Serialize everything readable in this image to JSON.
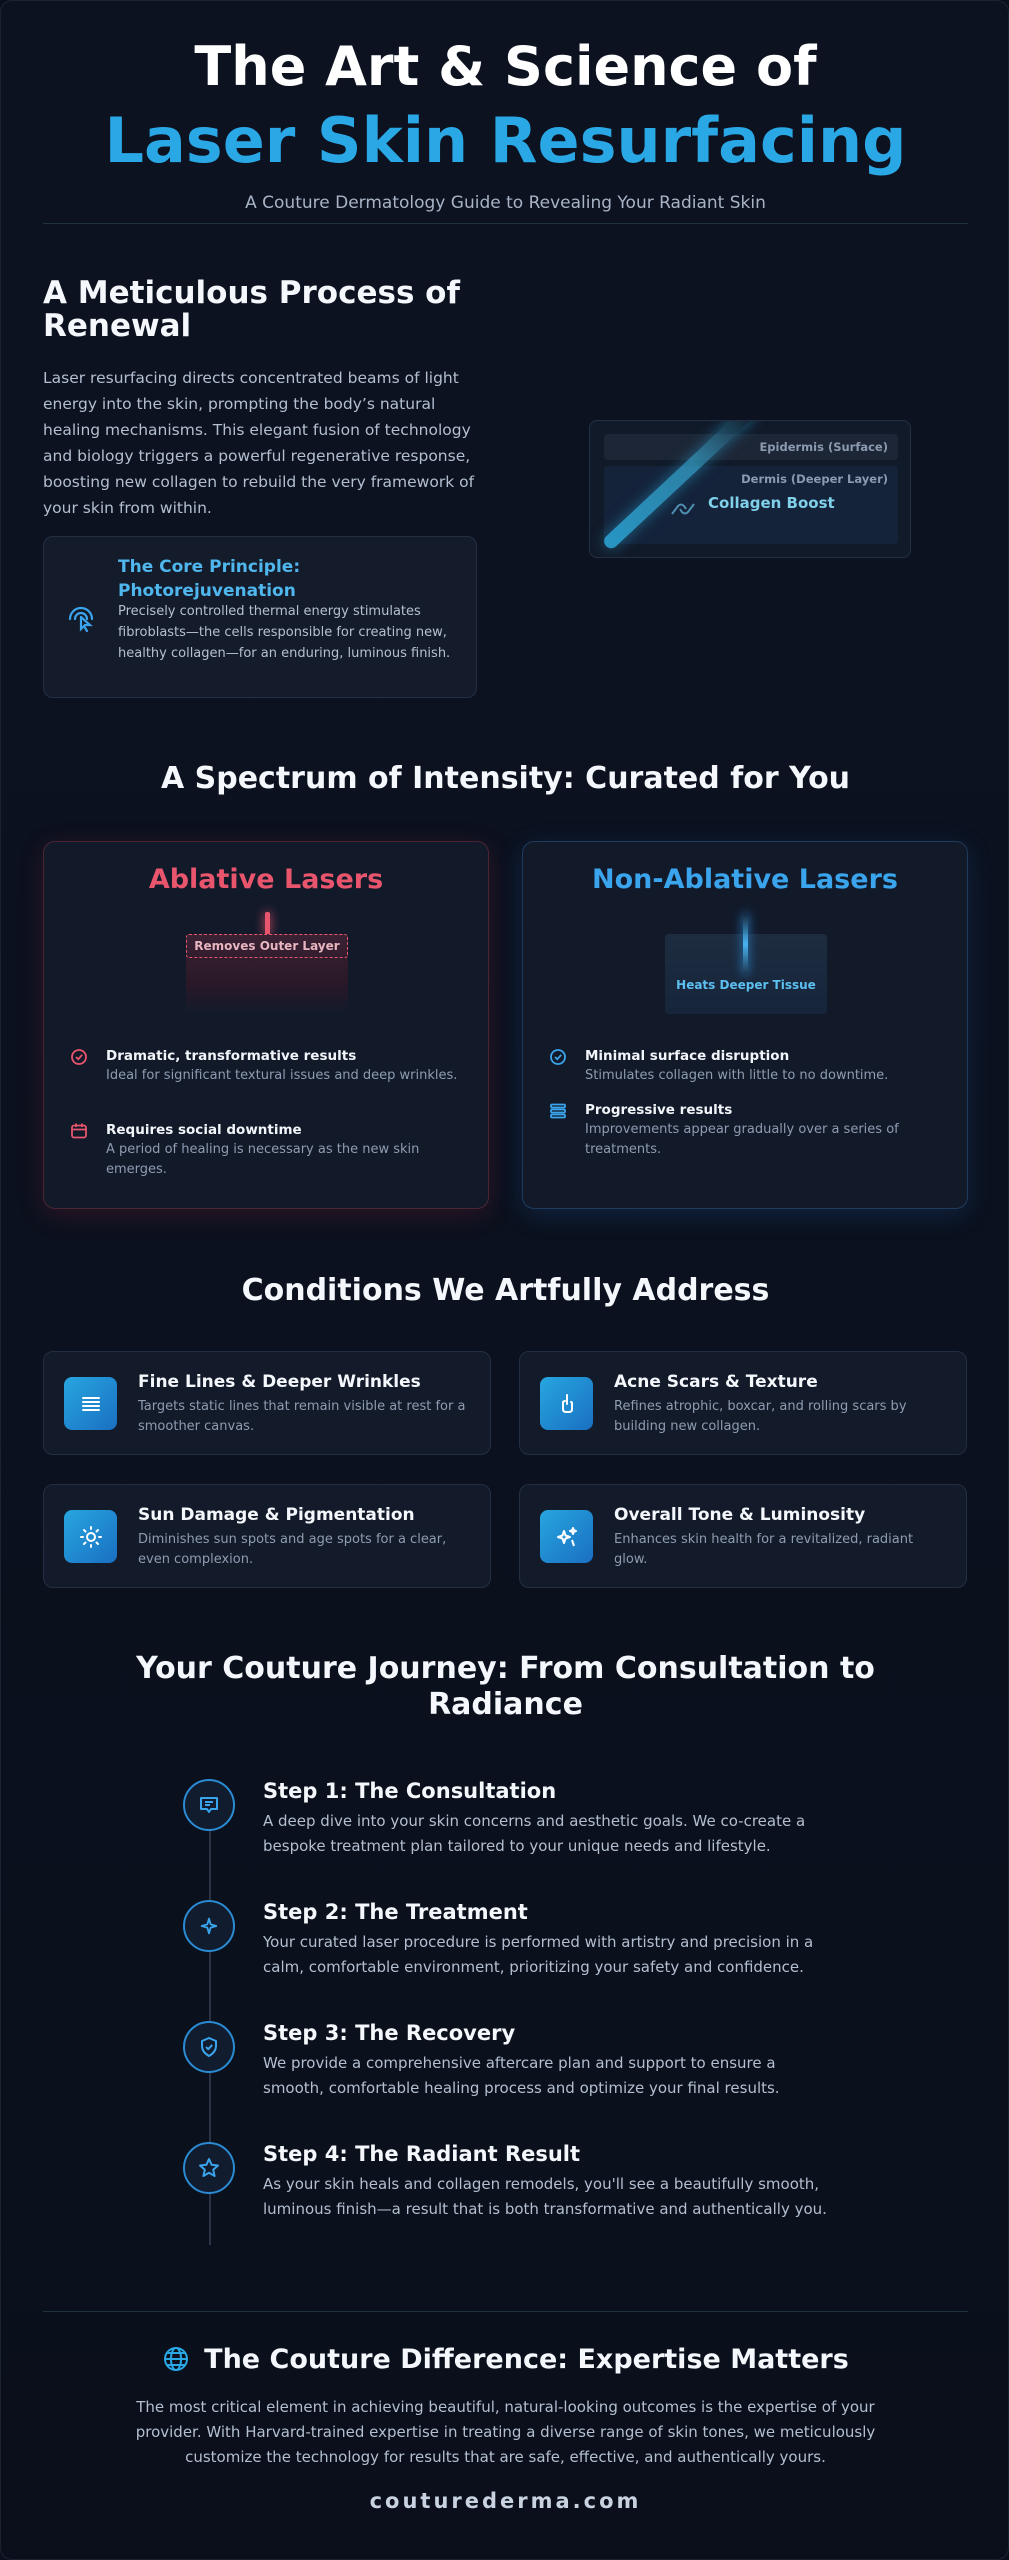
{
  "hero": {
    "title_line1": "The Art & Science of",
    "title_line2": "Laser Skin Resurfacing",
    "subtitle": "A Couture Dermatology Guide to Revealing Your Radiant Skin"
  },
  "process": {
    "title": "A Meticulous Process of Renewal",
    "text": "Laser resurfacing directs concentrated beams of light energy into the skin, prompting the body’s natural healing mechanisms. This elegant fusion of technology and biology triggers a powerful regenerative response, boosting new collagen to rebuild the very framework of your skin from within.",
    "core_title": "The Core Principle: Photorejuvenation",
    "core_text": "Precisely controlled thermal energy stimulates fibroblasts—the cells responsible for creating new, healthy collagen—for an enduring, luminous finish.",
    "core_icon": "touch-pointer-icon",
    "skin_epidermis": "Epidermis (Surface)",
    "skin_dermis": "Dermis (Deeper Layer)",
    "skin_boost": "Collagen Boost"
  },
  "spectrum": {
    "title": "A Spectrum of Intensity: Curated for You",
    "ablative": {
      "title": "Ablative Lasers",
      "visual_label": "Removes Outer Layer",
      "features": [
        {
          "title": "Dramatic, transformative results",
          "text": "Ideal for significant textural issues and deep wrinkles.",
          "icon": "check-circle-icon"
        },
        {
          "title": "Requires social downtime",
          "text": "A period of healing is necessary as the new skin emerges.",
          "icon": "calendar-icon"
        }
      ]
    },
    "non_ablative": {
      "title": "Non-Ablative Lasers",
      "visual_label": "Heats Deeper Tissue",
      "features": [
        {
          "title": "Minimal surface disruption",
          "text": "Stimulates collagen with little to no downtime.",
          "icon": "check-circle-icon"
        },
        {
          "title": "Progressive results",
          "text": "Improvements appear gradually over a series of treatments.",
          "icon": "layers-icon"
        }
      ]
    }
  },
  "conditions": {
    "title": "Conditions We Artfully Address",
    "items": [
      {
        "title": "Fine Lines & Deeper Wrinkles",
        "text": "Targets static lines that remain visible at rest for a smoother canvas.",
        "icon": "lines-icon"
      },
      {
        "title": "Acne Scars & Texture",
        "text": "Refines atrophic, boxcar, and rolling scars by building new collagen.",
        "icon": "hand-icon"
      },
      {
        "title": "Sun Damage & Pigmentation",
        "text": "Diminishes sun spots and age spots for a clear, even complexion.",
        "icon": "sun-icon"
      },
      {
        "title": "Overall Tone & Luminosity",
        "text": "Enhances skin health for a revitalized, radiant glow.",
        "icon": "sparkles-icon"
      }
    ]
  },
  "journey": {
    "title": "Your Couture Journey: From Consultation to Radiance",
    "steps": [
      {
        "title": "Step 1: The Consultation",
        "text": "A deep dive into your skin concerns and aesthetic goals. We co-create a bespoke treatment plan tailored to your unique needs and lifestyle.",
        "icon": "chat-icon"
      },
      {
        "title": "Step 2: The Treatment",
        "text": "Your curated laser procedure is performed with artistry and precision in a calm, comfortable environment, prioritizing your safety and confidence.",
        "icon": "sparkle-icon"
      },
      {
        "title": "Step 3: The Recovery",
        "text": "We provide a comprehensive aftercare plan and support to ensure a smooth, comfortable healing process and optimize your final results.",
        "icon": "shield-check-icon"
      },
      {
        "title": "Step 4: The Radiant Result",
        "text": "As your skin heals and collagen remodels, you'll see a beautifully smooth, luminous finish—a result that is both transformative and authentically you.",
        "icon": "star-icon"
      }
    ]
  },
  "difference": {
    "title": "The Couture Difference: Expertise Matters",
    "text": "The most critical element in achieving beautiful, natural-looking outcomes is the expertise of your provider. With Harvard-trained expertise in treating a diverse range of skin tones, we meticulously customize the technology for results that are safe, effective, and authentically yours.",
    "icon": "globe-icon"
  },
  "footer": {
    "site": "couturederma.com"
  },
  "colors": {
    "accent": "#2aa8e6",
    "ablative": "#e9556d",
    "non_ablative": "#3aa4ec",
    "background": "#0b111e"
  }
}
